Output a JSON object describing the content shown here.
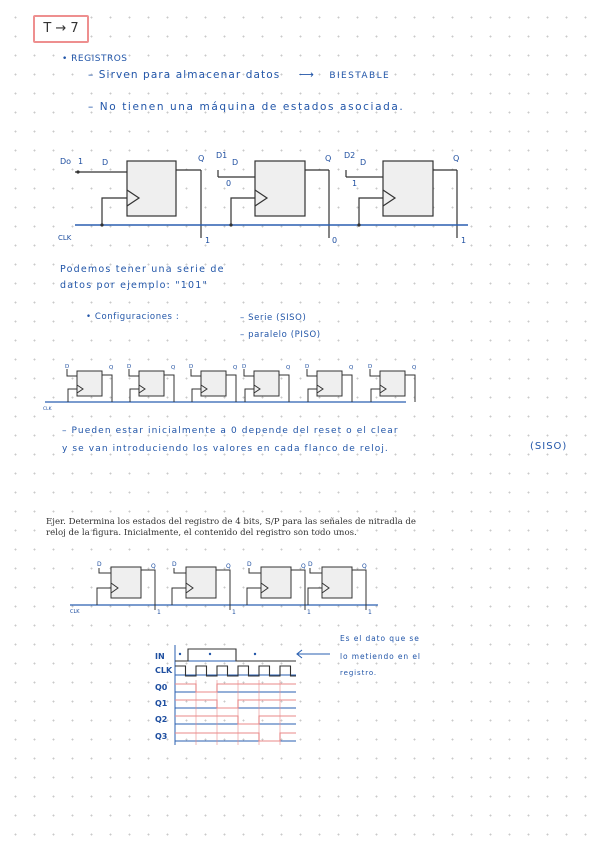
{
  "title": "T → 7",
  "heading": "• REGISTROS",
  "line1": {
    "text": "– Sirven para almacenar datos",
    "arrow": "⟶",
    "target": "BIESTABLE"
  },
  "line2": "– No tienen una máquina de estados asociada.",
  "diagram1": {
    "inputs": [
      "Do",
      "D1",
      "D2"
    ],
    "input_bits": [
      "1",
      "0",
      "1"
    ],
    "d_label": "D",
    "q_label": "Q",
    "clk": "CLK",
    "outputs": [
      "1",
      "0",
      "1"
    ]
  },
  "note1_line1": "Podemos tener una serie de",
  "note1_line2": "datos por ejemplo: \"101\"",
  "config": {
    "label": "• Configuraciones :",
    "serie": "– Serie (SISO)",
    "paralelo": "– paralelo (PISO)"
  },
  "diagram2": {
    "d_label": "D",
    "q_label": "Q",
    "clk": "CLK"
  },
  "note2_line1": "– Pueden estar inicialmente a 0 depende del reset o el clear",
  "note2_line2": "y se van introduciendo los valores en cada flanco de reloj.",
  "note2_tag": "(SISO)",
  "exercise": {
    "line1": "Ejer. Determina los estados del registro de 4 bits, S/P para las señales de nitradla de",
    "line2": "reloj de la figura. Inicialmente, el contenido del registro son todo unos."
  },
  "diagram3": {
    "d_label": "D",
    "q_label": "Q",
    "clk": "CLK",
    "outputs": [
      "1",
      "1",
      "1",
      "1"
    ]
  },
  "timing": {
    "signals": [
      "IN",
      "CLK",
      "Q0",
      "Q1",
      "Q2",
      "Q3"
    ],
    "note_line1": "Es el dato que se",
    "note_line2": "lo metiendo en el",
    "note_line3": "registro."
  }
}
